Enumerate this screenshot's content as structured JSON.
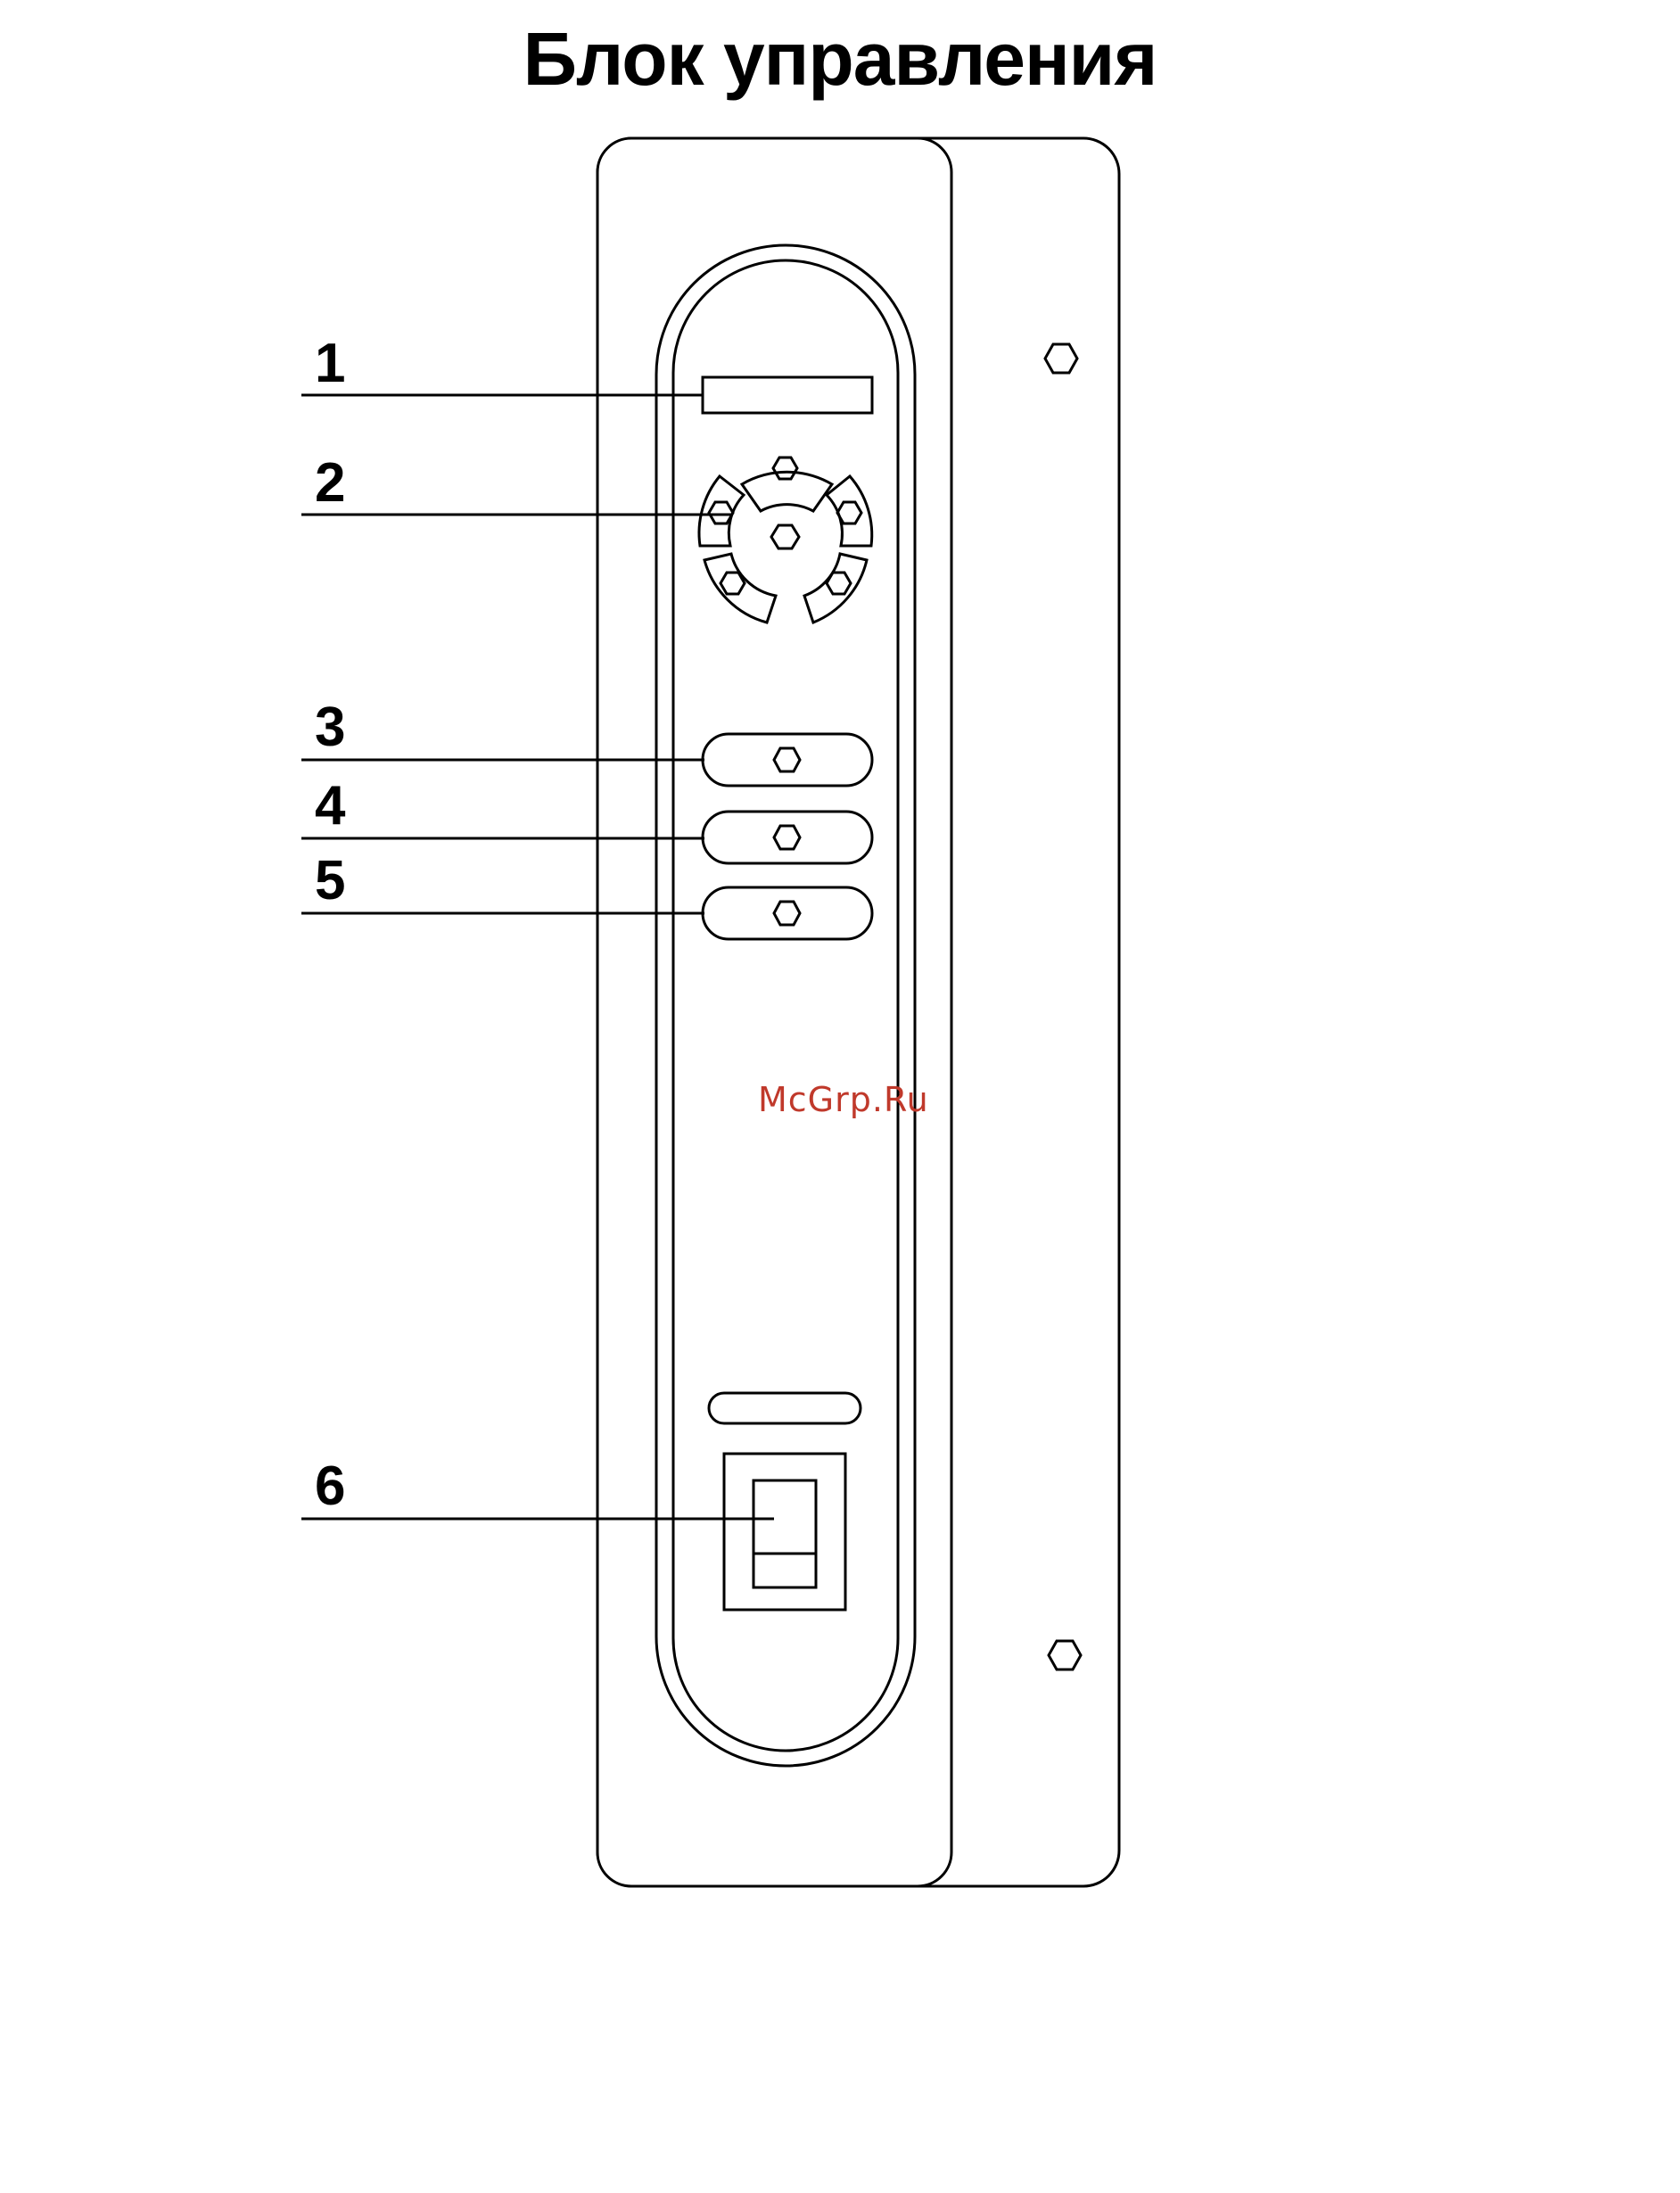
{
  "title": "Блок управления",
  "watermark": "McGrp.Ru",
  "colors": {
    "line": "#000000",
    "background": "#ffffff",
    "watermark": "#c0392b"
  },
  "callouts": [
    "1",
    "2",
    "3",
    "4",
    "5",
    "6"
  ]
}
